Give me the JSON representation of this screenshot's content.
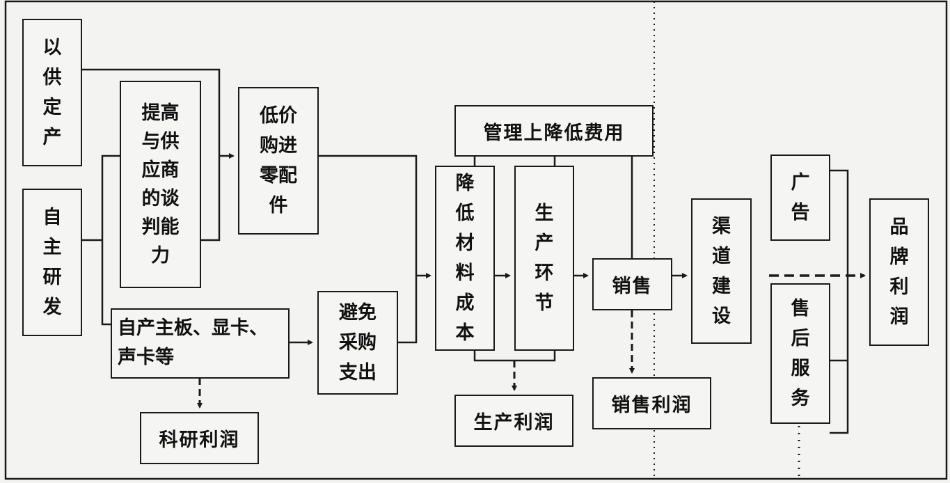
{
  "nodes": {
    "supply_based_production": "以\n供\n定\n产",
    "independent_rd": "自\n主\n研\n发",
    "negotiation": "提高\n与供\n应商\n的谈\n判能\n力",
    "low_price_parts": "低价\n购进\n零配\n件",
    "self_made_boards": "自产主板、显卡、\n声卡等",
    "avoid_purchase": "避免\n采购\n支出",
    "rd_profit": "科研利润",
    "management_cost": "管理上降低费用",
    "reduce_material": "降\n低\n材\n料\n成\n本",
    "production": "生\n产\n环\n节",
    "production_profit": "生产利润",
    "sales": "销售",
    "sales_profit": "销售利润",
    "channel": "渠\n道\n建\n设",
    "advertising": "广\n告",
    "after_sales": "售\n后\n服\n务",
    "brand_profit": "品\n牌\n利\n润"
  },
  "colors": {
    "line": "#1a1a1a",
    "background": "#f3f3f1"
  }
}
